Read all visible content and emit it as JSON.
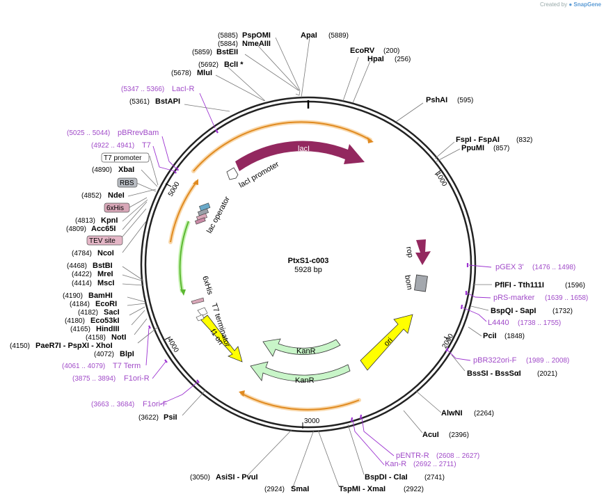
{
  "credit": {
    "prefix": "Created by",
    "brand": "SnapGene"
  },
  "plasmid": {
    "name": "PtxS1-c003",
    "length_label": "5928 bp",
    "length": 5928
  },
  "ticks": [
    {
      "bp": 1000,
      "label": "1000"
    },
    {
      "bp": 2000,
      "label": "2000"
    },
    {
      "bp": 3000,
      "label": "3000"
    },
    {
      "bp": 4000,
      "label": "4000"
    },
    {
      "bp": 5000,
      "label": "5000"
    }
  ],
  "enzymes_right": [
    {
      "name": "ApaI",
      "pos": "(5889)"
    },
    {
      "name": "EcoRV",
      "pos": "(200)"
    },
    {
      "name": "HpaI",
      "pos": "(256)"
    },
    {
      "name": "PshAI",
      "pos": "(595)"
    },
    {
      "name": "FspI  -  FspAI",
      "pos": "(832)"
    },
    {
      "name": "PpuMI",
      "pos": "(857)"
    },
    {
      "name": "PflFI  -  Tth111I",
      "pos": "(1596)"
    },
    {
      "name": "BspQI  -  SapI",
      "pos": "(1732)"
    },
    {
      "name": "PciI",
      "pos": "(1848)"
    },
    {
      "name": "BssSI  -  BssSαI",
      "pos": "(2021)"
    },
    {
      "name": "AlwNI",
      "pos": "(2264)"
    },
    {
      "name": "AcuI",
      "pos": "(2396)"
    },
    {
      "name": "BspDI  -  ClaI",
      "pos": "(2741)"
    },
    {
      "name": "TspMI  -  XmaI",
      "pos": "(2922)"
    }
  ],
  "enzymes_left": [
    {
      "name": "PspOMI",
      "pos": "(5885)"
    },
    {
      "name": "NmeAIII",
      "pos": "(5884)"
    },
    {
      "name": "BstEII",
      "pos": "(5859)"
    },
    {
      "name": "BclI *",
      "pos": "(5692)"
    },
    {
      "name": "MluI",
      "pos": "(5678)"
    },
    {
      "name": "BstAPI",
      "pos": "(5361)"
    },
    {
      "name": "XbaI",
      "pos": "(4890)"
    },
    {
      "name": "NdeI",
      "pos": "(4852)"
    },
    {
      "name": "KpnI",
      "pos": "(4813)"
    },
    {
      "name": "Acc65I",
      "pos": "(4809)"
    },
    {
      "name": "NcoI",
      "pos": "(4784)"
    },
    {
      "name": "BstBI",
      "pos": "(4468)"
    },
    {
      "name": "MreI",
      "pos": "(4422)"
    },
    {
      "name": "MscI",
      "pos": "(4414)"
    },
    {
      "name": "BamHI",
      "pos": "(4190)"
    },
    {
      "name": "EcoRI",
      "pos": "(4184)"
    },
    {
      "name": "SacI",
      "pos": "(4182)"
    },
    {
      "name": "Eco53kI",
      "pos": "(4180)"
    },
    {
      "name": "HindIII",
      "pos": "(4165)"
    },
    {
      "name": "NotI",
      "pos": "(4158)"
    },
    {
      "name": "PaeR7I  -  PspXI  -  XhoI",
      "pos": "(4150)"
    },
    {
      "name": "BlpI",
      "pos": "(4072)"
    },
    {
      "name": "PsiI",
      "pos": "(3622)"
    },
    {
      "name": "AsiSI  -  PvuI",
      "pos": "(3050)"
    },
    {
      "name": "SmaI",
      "pos": "(2924)"
    }
  ],
  "primers": [
    {
      "name": "LacI-R",
      "range": "(5347 .. 5366)"
    },
    {
      "name": "pBRrevBam",
      "range": "(5025 .. 5044)"
    },
    {
      "name": "T7",
      "range": "(4922 .. 4941)"
    },
    {
      "name": "pGEX 3'",
      "range": "(1476 .. 1498)"
    },
    {
      "name": "pRS-marker",
      "range": "(1639 .. 1658)"
    },
    {
      "name": "L4440",
      "range": "(1738 .. 1755)"
    },
    {
      "name": "pBR322ori-F",
      "range": "(1989 .. 2008)"
    },
    {
      "name": "pENTR-R",
      "range": "(2608 .. 2627)"
    },
    {
      "name": "Kan-R",
      "range": "(2692 .. 2711)"
    },
    {
      "name": "T7 Term",
      "range": "(4061 .. 4079)"
    },
    {
      "name": "F1ori-R",
      "range": "(3875 .. 3894)"
    },
    {
      "name": "F1ori-F",
      "range": "(3663 .. 3684)"
    }
  ],
  "boxed_features": [
    {
      "name": "T7 promoter",
      "fill": "#ffffff"
    },
    {
      "name": "RBS",
      "fill": "#b8bcc2"
    },
    {
      "name": "6xHis",
      "fill": "#d8a7b8"
    },
    {
      "name": "TEV site",
      "fill": "#e4b6c6"
    }
  ],
  "features": {
    "lacI": "lacI",
    "lacI_promoter": "lacI promoter",
    "lac_operator": "lac operator",
    "rop": "rop",
    "bom": "bom",
    "ori": "ori",
    "kanr_inner": "KanR",
    "kanr_outer": "KanR",
    "sixhis": "6xHis",
    "t7_terminator": "T7 terminator",
    "f1_ori": "f1 ori"
  },
  "colors": {
    "lacI": "#93285f",
    "rop": "#93285f",
    "bom": "#a4a8ae",
    "ori": "#ffff00",
    "kanr": "#c8f5c8",
    "f1ori": "#ffff00",
    "orf_arrow": "#f0a040",
    "green_arrow": "#7ed957",
    "primer": "#9b30d0"
  }
}
